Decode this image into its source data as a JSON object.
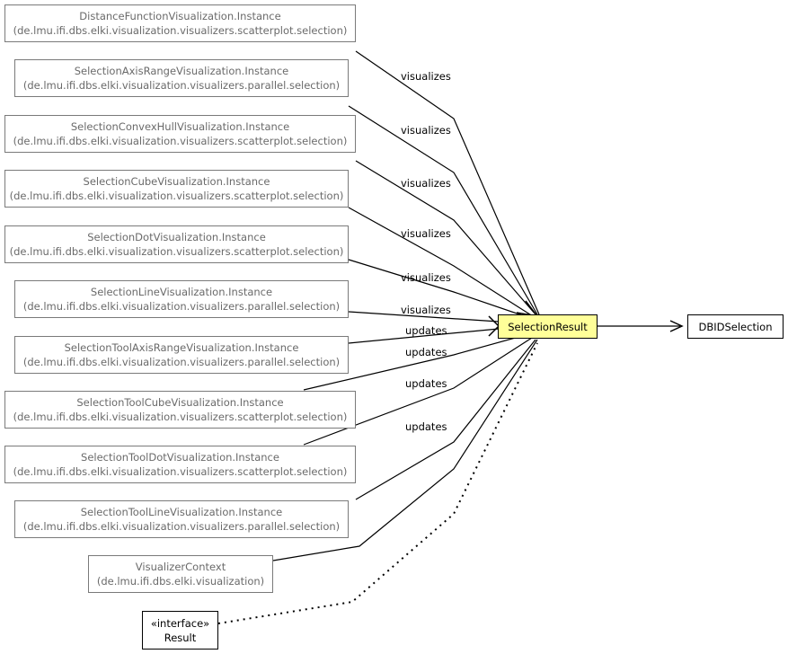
{
  "nodes": {
    "distance_function": {
      "name": "DistanceFunctionVisualization.Instance",
      "package": "(de.lmu.ifi.dbs.elki.visualization.visualizers.scatterplot.selection)"
    },
    "axis_range": {
      "name": "SelectionAxisRangeVisualization.Instance",
      "package": "(de.lmu.ifi.dbs.elki.visualization.visualizers.parallel.selection)"
    },
    "convex_hull": {
      "name": "SelectionConvexHullVisualization.Instance",
      "package": "(de.lmu.ifi.dbs.elki.visualization.visualizers.scatterplot.selection)"
    },
    "cube": {
      "name": "SelectionCubeVisualization.Instance",
      "package": "(de.lmu.ifi.dbs.elki.visualization.visualizers.scatterplot.selection)"
    },
    "dot": {
      "name": "SelectionDotVisualization.Instance",
      "package": "(de.lmu.ifi.dbs.elki.visualization.visualizers.scatterplot.selection)"
    },
    "line": {
      "name": "SelectionLineVisualization.Instance",
      "package": "(de.lmu.ifi.dbs.elki.visualization.visualizers.parallel.selection)"
    },
    "tool_axis_range": {
      "name": "SelectionToolAxisRangeVisualization.Instance",
      "package": "(de.lmu.ifi.dbs.elki.visualization.visualizers.parallel.selection)"
    },
    "tool_cube": {
      "name": "SelectionToolCubeVisualization.Instance",
      "package": "(de.lmu.ifi.dbs.elki.visualization.visualizers.scatterplot.selection)"
    },
    "tool_dot": {
      "name": "SelectionToolDotVisualization.Instance",
      "package": "(de.lmu.ifi.dbs.elki.visualization.visualizers.scatterplot.selection)"
    },
    "tool_line": {
      "name": "SelectionToolLineVisualization.Instance",
      "package": "(de.lmu.ifi.dbs.elki.visualization.visualizers.parallel.selection)"
    },
    "visualizer_context": {
      "name": "VisualizerContext",
      "package": "(de.lmu.ifi.dbs.elki.visualization)"
    },
    "result": {
      "stereotype": "«interface»",
      "name": "Result"
    },
    "selection_result": {
      "name": "SelectionResult"
    },
    "dbid_selection": {
      "name": "DBIDSelection"
    }
  },
  "edge_labels": {
    "visualizes_1": "visualizes",
    "visualizes_2": "visualizes",
    "visualizes_3": "visualizes",
    "visualizes_4": "visualizes",
    "visualizes_5": "visualizes",
    "visualizes_6": "visualizes",
    "updates_1": "updates",
    "updates_2": "updates",
    "updates_3": "updates",
    "updates_4": "updates"
  },
  "colors": {
    "highlight": "#ffff99",
    "line": "#000000",
    "grey_text": "#6a6a6a"
  }
}
